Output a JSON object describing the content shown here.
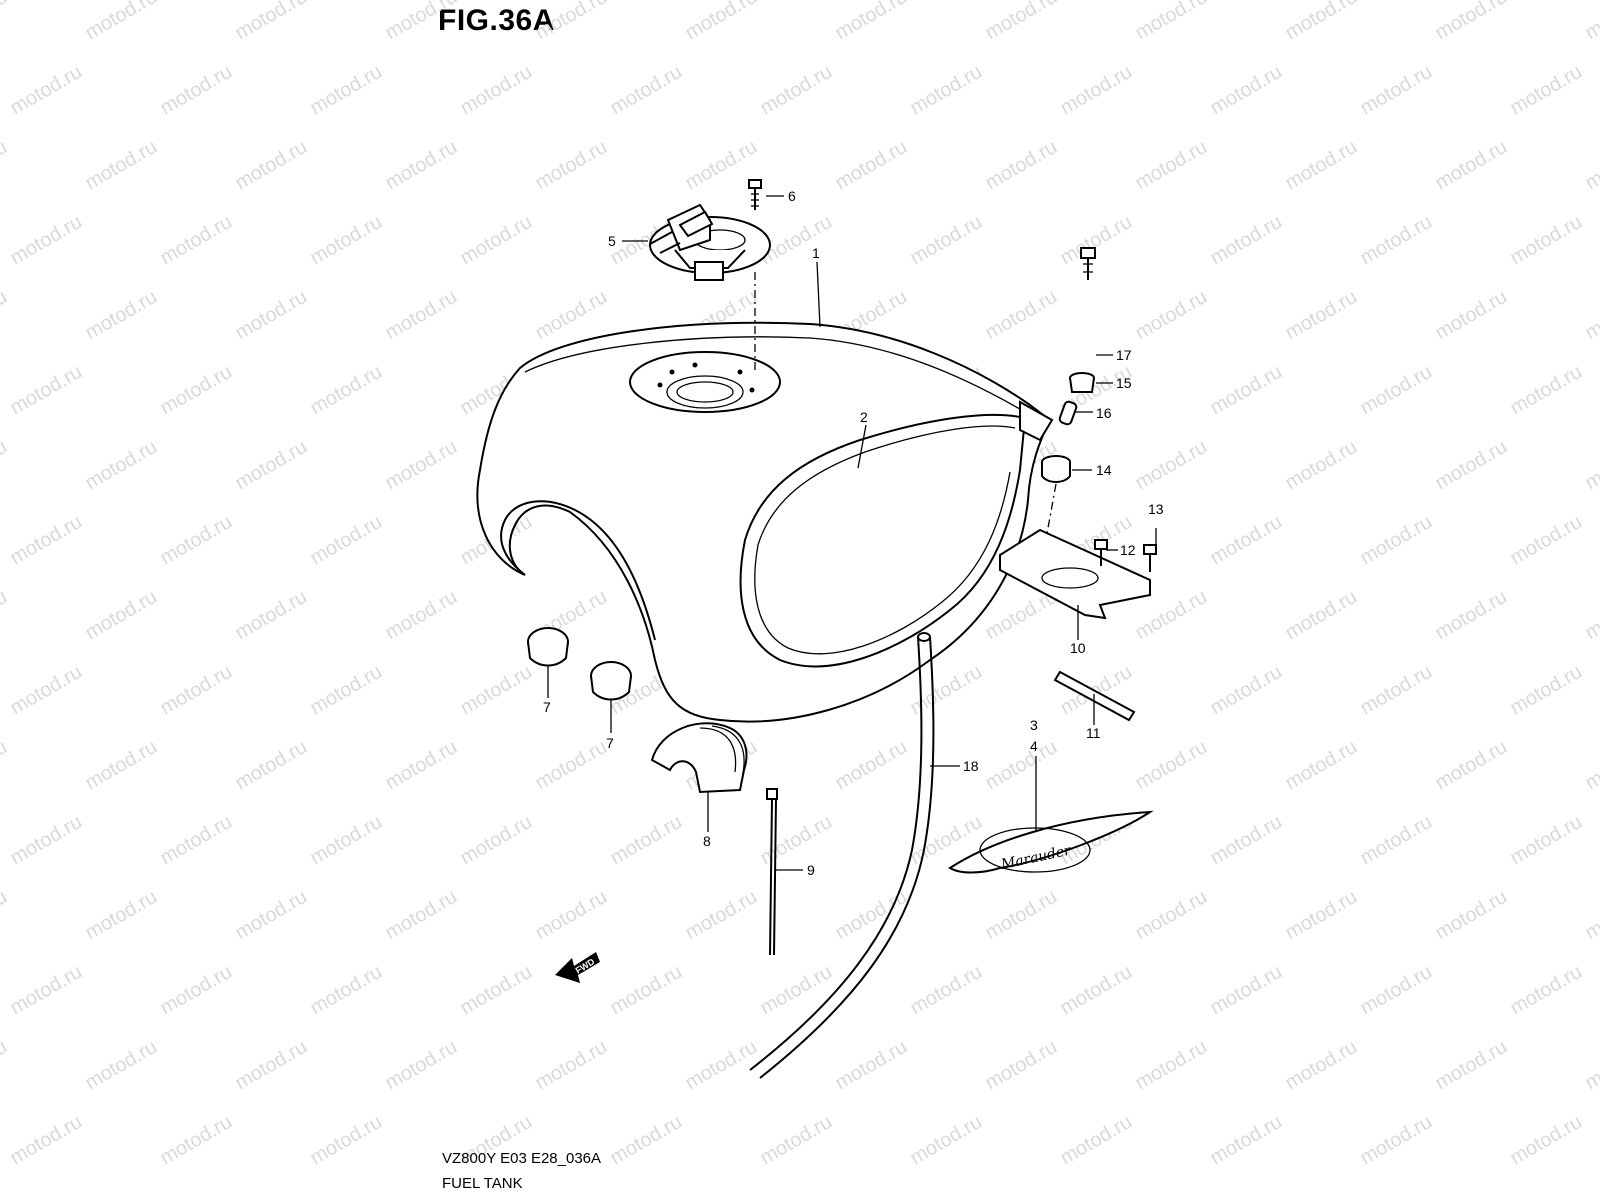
{
  "figure": {
    "title": "FIG.36A",
    "model_code": "VZ800Y E03 E28_036A",
    "section_name": "FUEL TANK"
  },
  "watermark": {
    "text": "motod.ru",
    "color": "#d9d9d9"
  },
  "fwd_marker": {
    "text": "FWD"
  },
  "emblem_text": "Marauder",
  "callouts": [
    {
      "label": "1",
      "part": "fuel-tank"
    },
    {
      "label": "2",
      "part": "tank-trim"
    },
    {
      "label": "3",
      "part": "emblem"
    },
    {
      "label": "4",
      "part": "emblem"
    },
    {
      "label": "5",
      "part": "fuel-cap"
    },
    {
      "label": "6",
      "part": "cap-screw"
    },
    {
      "label": "7",
      "part": "rubber-cushion"
    },
    {
      "label": "7",
      "part": "rubber-cushion"
    },
    {
      "label": "8",
      "part": "seat-cushion"
    },
    {
      "label": "9",
      "part": "cable-clamp"
    },
    {
      "label": "10",
      "part": "rear-bracket"
    },
    {
      "label": "11",
      "part": "foam-strip"
    },
    {
      "label": "12",
      "part": "bracket-bolt"
    },
    {
      "label": "13",
      "part": "bracket-bolt"
    },
    {
      "label": "14",
      "part": "rubber-mount"
    },
    {
      "label": "15",
      "part": "washer"
    },
    {
      "label": "16",
      "part": "spacer"
    },
    {
      "label": "17",
      "part": "mount-bolt"
    },
    {
      "label": "18",
      "part": "breather-hose"
    }
  ]
}
